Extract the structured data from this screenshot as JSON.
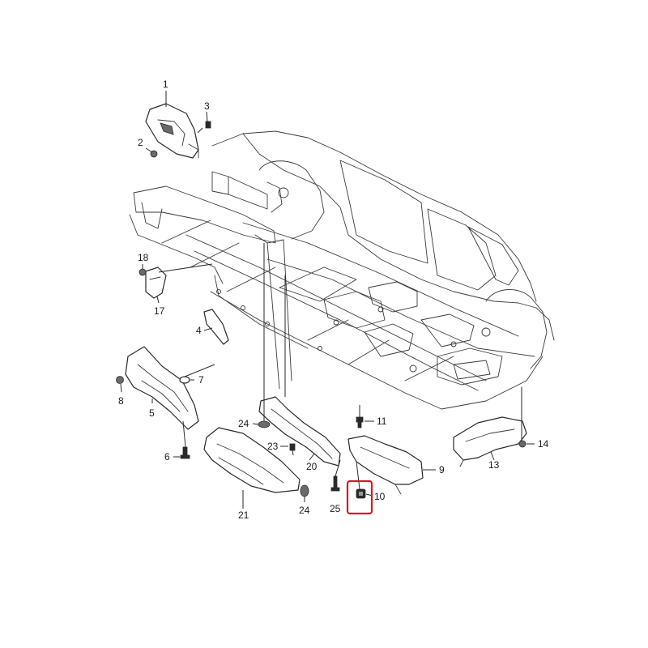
{
  "diagram": {
    "callouts": [
      {
        "id": "c1",
        "label": "1"
      },
      {
        "id": "c2",
        "label": "2"
      },
      {
        "id": "c3",
        "label": "3"
      },
      {
        "id": "c4",
        "label": "4"
      },
      {
        "id": "c5",
        "label": "5"
      },
      {
        "id": "c6",
        "label": "6"
      },
      {
        "id": "c7",
        "label": "7"
      },
      {
        "id": "c8",
        "label": "8"
      },
      {
        "id": "c9",
        "label": "9"
      },
      {
        "id": "c10",
        "label": "10"
      },
      {
        "id": "c11",
        "label": "11"
      },
      {
        "id": "c13",
        "label": "13"
      },
      {
        "id": "c14",
        "label": "14"
      },
      {
        "id": "c17",
        "label": "17"
      },
      {
        "id": "c18",
        "label": "18"
      },
      {
        "id": "c20",
        "label": "20"
      },
      {
        "id": "c21",
        "label": "21"
      },
      {
        "id": "c23",
        "label": "23"
      },
      {
        "id": "c24a",
        "label": "24"
      },
      {
        "id": "c24b",
        "label": "24"
      },
      {
        "id": "c25",
        "label": "25"
      }
    ],
    "highlighted_part": "10",
    "highlight_color": "#d11a2a",
    "line_color": "#2a2a2a"
  }
}
